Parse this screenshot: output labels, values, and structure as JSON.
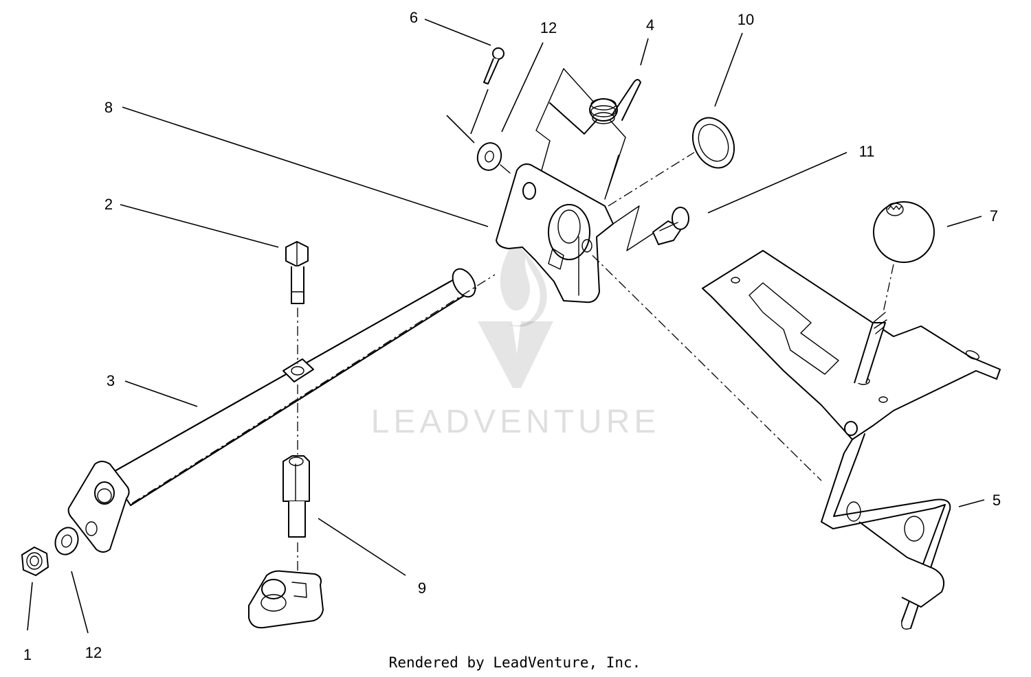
{
  "diagram": {
    "callouts": [
      {
        "id": "c6",
        "label": "6"
      },
      {
        "id": "c12a",
        "label": "12"
      },
      {
        "id": "c4",
        "label": "4"
      },
      {
        "id": "c10",
        "label": "10"
      },
      {
        "id": "c8",
        "label": "8"
      },
      {
        "id": "c11",
        "label": "11"
      },
      {
        "id": "c2",
        "label": "2"
      },
      {
        "id": "c7",
        "label": "7"
      },
      {
        "id": "c3",
        "label": "3"
      },
      {
        "id": "c5",
        "label": "5"
      },
      {
        "id": "c9",
        "label": "9"
      },
      {
        "id": "c1",
        "label": "1"
      },
      {
        "id": "c12b",
        "label": "12"
      }
    ],
    "footer": "Rendered by LeadVenture, Inc.",
    "watermark": "LEADVENTURE"
  }
}
